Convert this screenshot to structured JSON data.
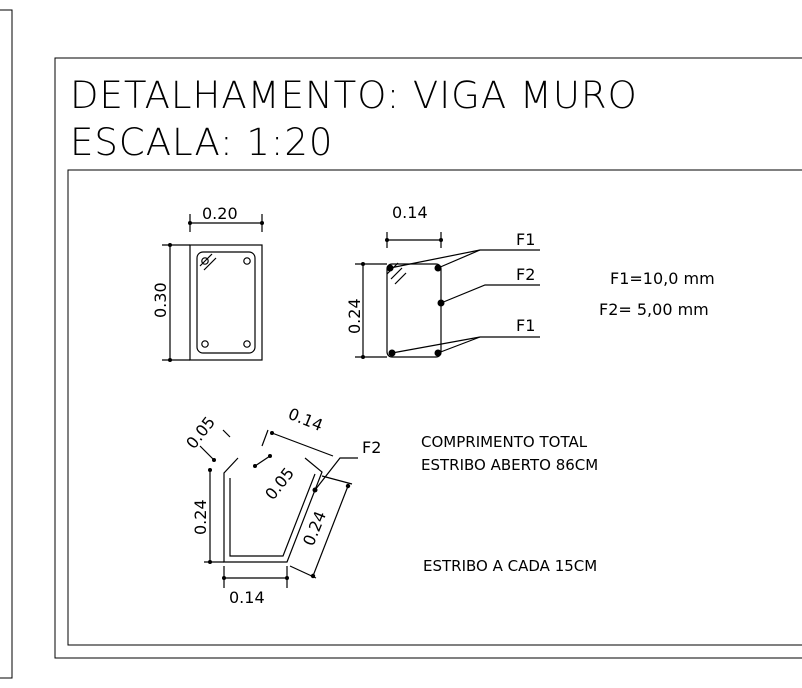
{
  "title": {
    "line1": "DETALHAMENTO: VIGA MURO",
    "line2": "ESCALA: 1:20"
  },
  "section_a": {
    "width": "0.20",
    "height": "0.30"
  },
  "section_b": {
    "width": "0.14",
    "height": "0.24",
    "labels": {
      "top": "F1",
      "middle": "F2",
      "bottom": "F1"
    }
  },
  "legend": {
    "f1": "F1=10,0 mm",
    "f2": "F2= 5,00 mm"
  },
  "stirrup": {
    "hook_left": "0.05",
    "hook_right": "0.05",
    "top": "0.14",
    "left": "0.24",
    "diag": "0.24",
    "bottom": "0.14",
    "label": "F2"
  },
  "notes": {
    "line1": "COMPRIMENTO TOTAL",
    "line2": "ESTRIBO ABERTO 86CM",
    "line3": "ESTRIBO A CADA 15CM"
  },
  "colors": {
    "line": "#000000",
    "background": "#ffffff"
  }
}
